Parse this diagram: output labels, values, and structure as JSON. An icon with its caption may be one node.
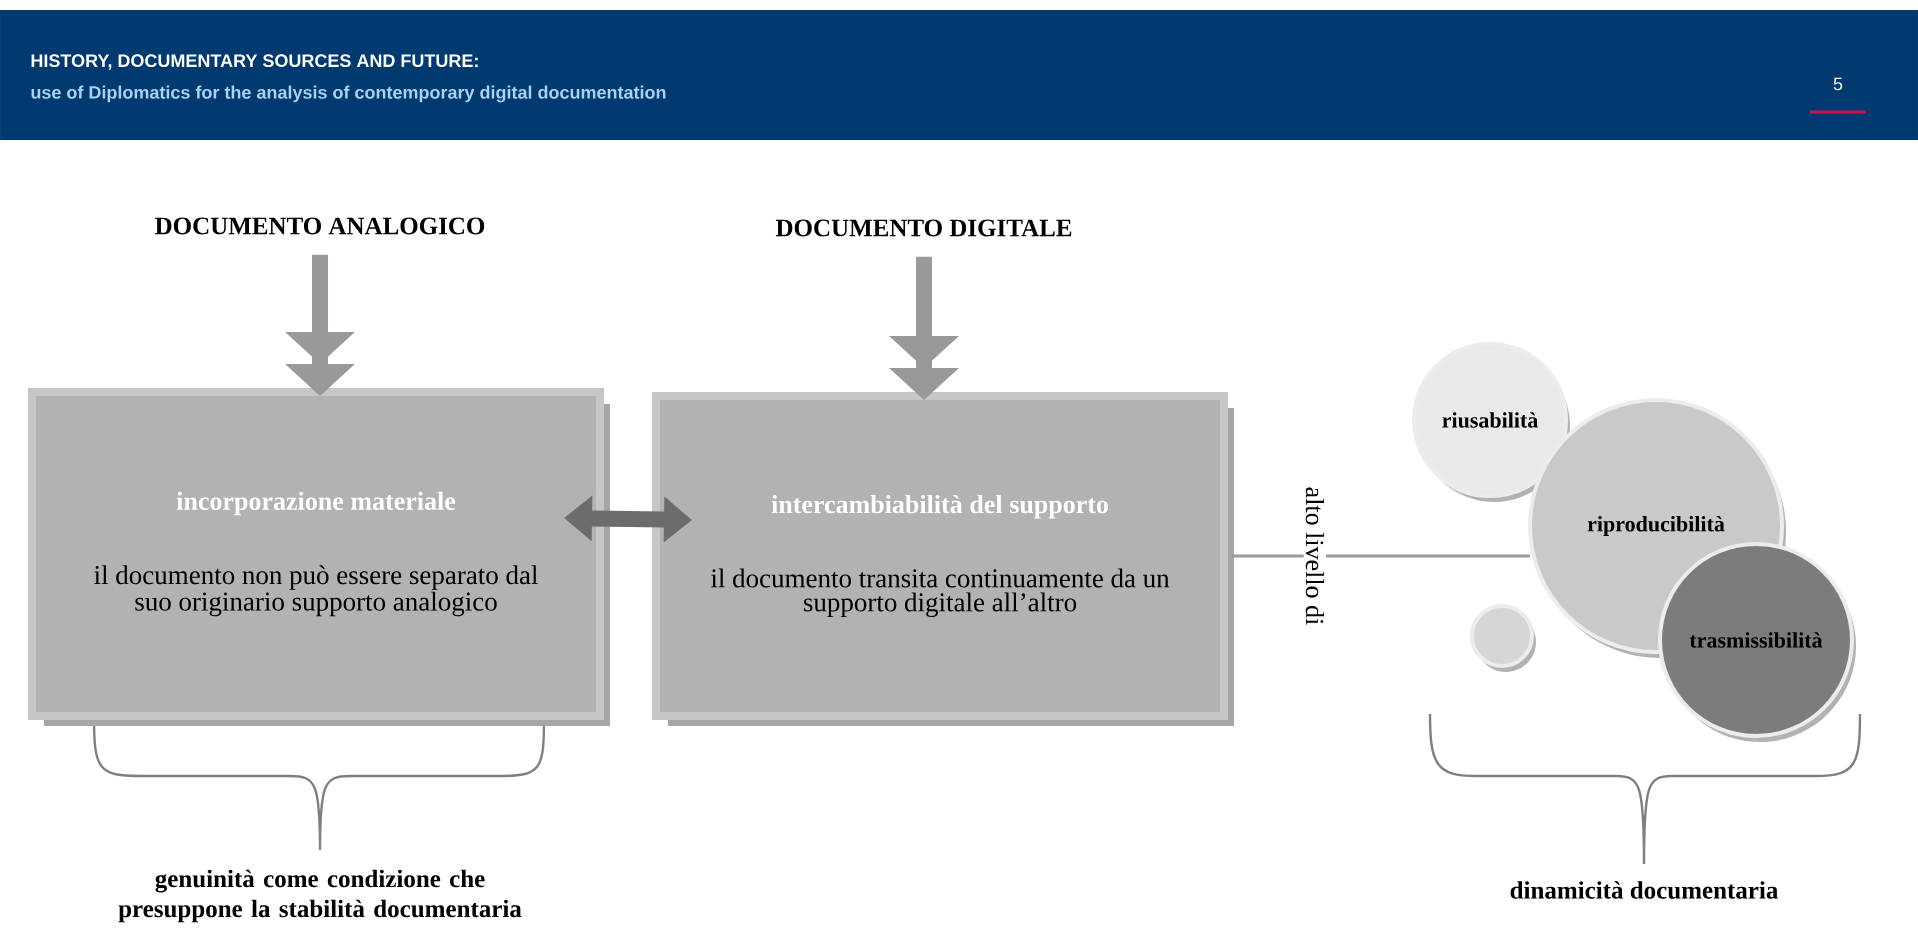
{
  "diagram": {
    "title": "HISTORY, DOCUMENTARY SOURCES AND FUTURE:",
    "nodes": [
      {
        "text": [
          "DOCUMENTO ANALOGICO"
        ]
      },
      {
        "text": [
          "DOCUMENTO DIGITALE"
        ]
      },
      {
        "text": [
          "incorporazione materiale",
          "il documento non può essere separato dal suo originario supporto analogico"
        ]
      },
      {
        "text": [
          "intercambiabilità del supporto",
          "il documento transita continuamente da un supporto digitale all’altro"
        ]
      },
      {
        "text": [
          "riusabilità"
        ]
      },
      {
        "text": [
          "riproducibilità"
        ]
      },
      {
        "text": [
          "trasmissibilità"
        ]
      },
      {
        "text": [],
        "shape": "circle"
      }
    ],
    "edges": [
      {
        "from": 0,
        "to": 2,
        "arrow": "to"
      },
      {
        "from": 1,
        "to": 3,
        "arrow": "to"
      },
      {
        "from": 2,
        "to": 3,
        "arrow": "both"
      },
      {
        "from": 3,
        "to": 5,
        "arrow": "none",
        "label": "alto livello di"
      }
    ],
    "labels": [
      "use of Diplomatics for the analysis of contemporary digital documentation",
      "5",
      "genuinità come condizione che presuppone la stabilità documentaria",
      "dinamicità documentaria"
    ]
  }
}
